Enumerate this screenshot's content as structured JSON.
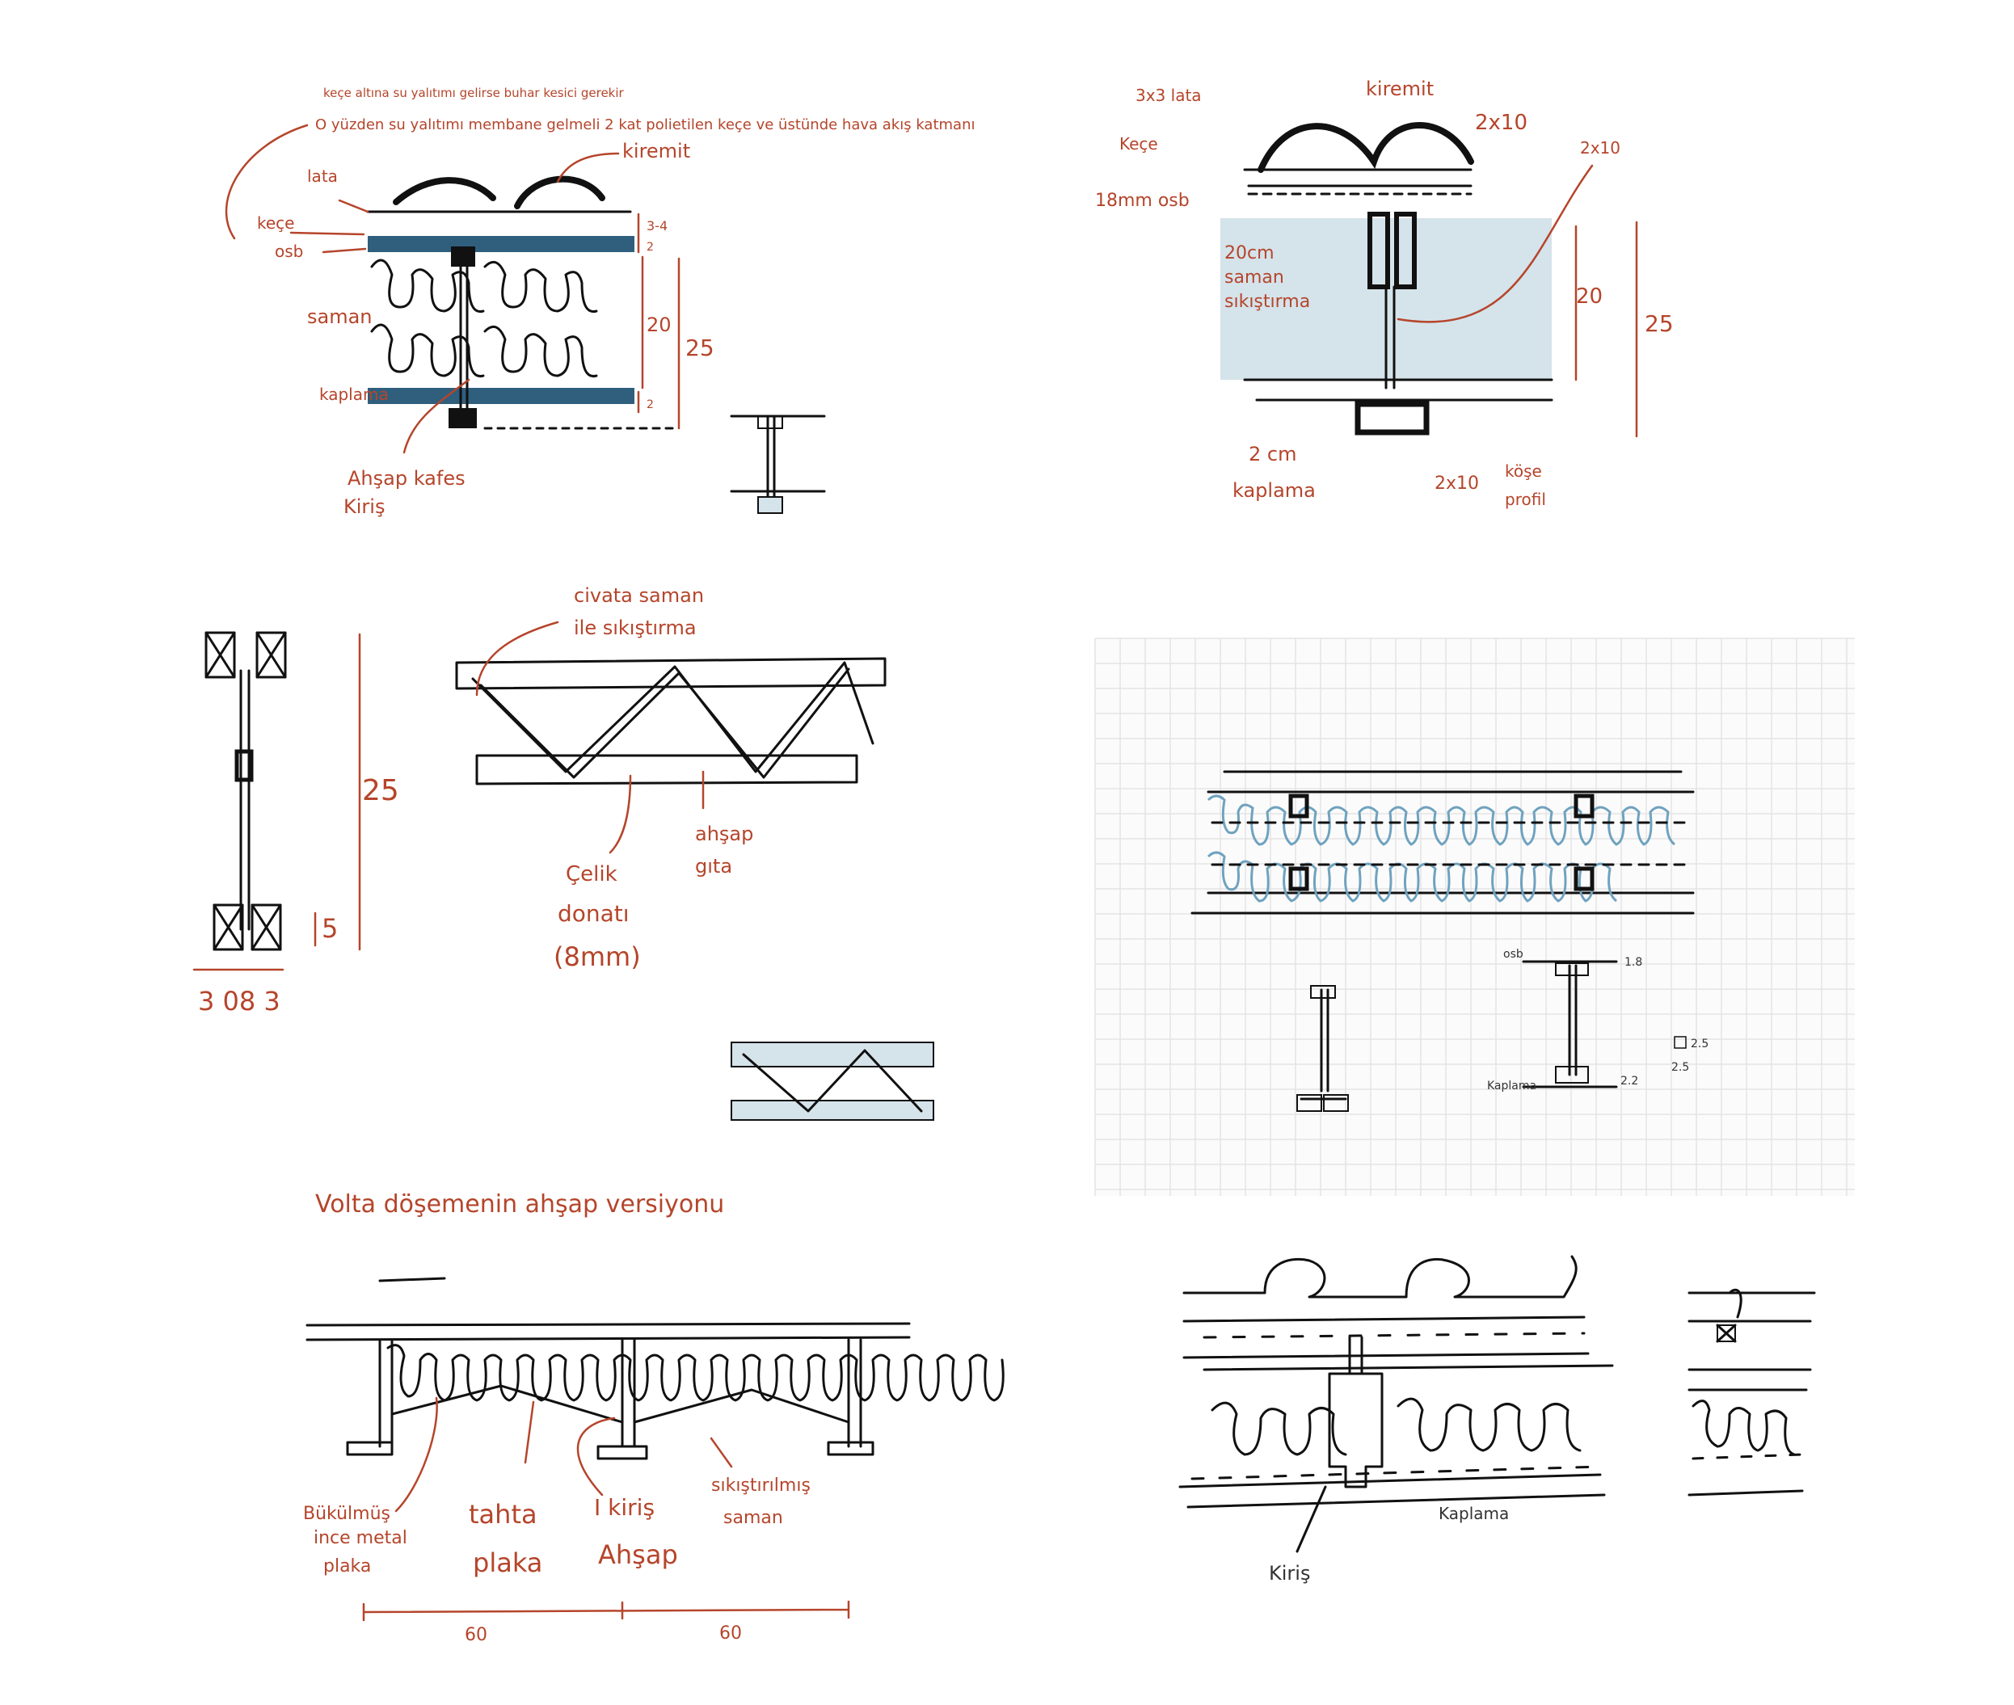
{
  "colors": {
    "annotation": "#b5452b",
    "ink": "#111111",
    "insulation_blue": "#2f5f7d",
    "fill_light_blue": "#d5e3ea",
    "straw_blue": "#6fa2bf"
  },
  "sketch1": {
    "note_line1": "keçe altına su yalıtımı gelirse buhar kesici gerekir",
    "note_line2": "O yüzden su yalıtımı membane gelmeli 2 kat polietilen keçe ve üstünde hava akış katmanı",
    "kiremit": "kiremit",
    "lata": "lata",
    "kece": "keçe",
    "osb": "osb",
    "saman": "saman",
    "kaplama": "kaplama",
    "kafes_kiris_1": "Ahşap kafes",
    "kafes_kiris_2": "Kiriş",
    "dim_34": "3-4",
    "dim_2a": "2",
    "dim_20": "20",
    "dim_25": "25",
    "dim_2b": "2"
  },
  "sketch2": {
    "lata": "3x3 lata",
    "kiremit": "kiremit",
    "kece": "Keçe",
    "osb": "18mm osb",
    "top_2x10": "2x10",
    "right_2x10": "2x10",
    "saman_1": "20cm",
    "saman_2": "saman",
    "saman_3": "sıkıştırma",
    "dim_20": "20",
    "dim_25": "25",
    "kaplama_1": "2 cm",
    "kaplama_2": "kaplama",
    "bottom_2x10": "2x10",
    "kose_1": "köşe",
    "kose_2": "profil"
  },
  "sketch3": {
    "dim_25": "25",
    "dim_5": "5",
    "dim_bottom": "3 08 3"
  },
  "sketch4": {
    "civata_1": "civata saman",
    "civata_2": "ile sıkıştırma",
    "celik_1": "Çelik",
    "celik_2": "donatı",
    "celik_3": "(8mm)",
    "ahsap_1": "ahşap",
    "ahsap_2": "gıta"
  },
  "sketch6": {
    "osb": "osb",
    "dim_18": "1.8",
    "kaplama": "Kaplama",
    "dim_22": "2.2",
    "sq_25": "2.5",
    "sq_25b": "2.5"
  },
  "sketch7": {
    "title": "Volta döşemenin ahşap versiyonu",
    "bukulmus_1": "Bükülmüş",
    "bukulmus_2": "ince metal",
    "bukulmus_3": "plaka",
    "tahta_1": "tahta",
    "tahta_2": "plaka",
    "i_kiris_1": "I kiriş",
    "i_kiris_2": "Ahşap",
    "sikistirilmis_1": "sıkıştırılmış",
    "sikistirilmis_2": "saman",
    "dim_a": "60",
    "dim_b": "60"
  },
  "sketch8": {
    "kaplama": "Kaplama",
    "kiris": "Kiriş"
  }
}
